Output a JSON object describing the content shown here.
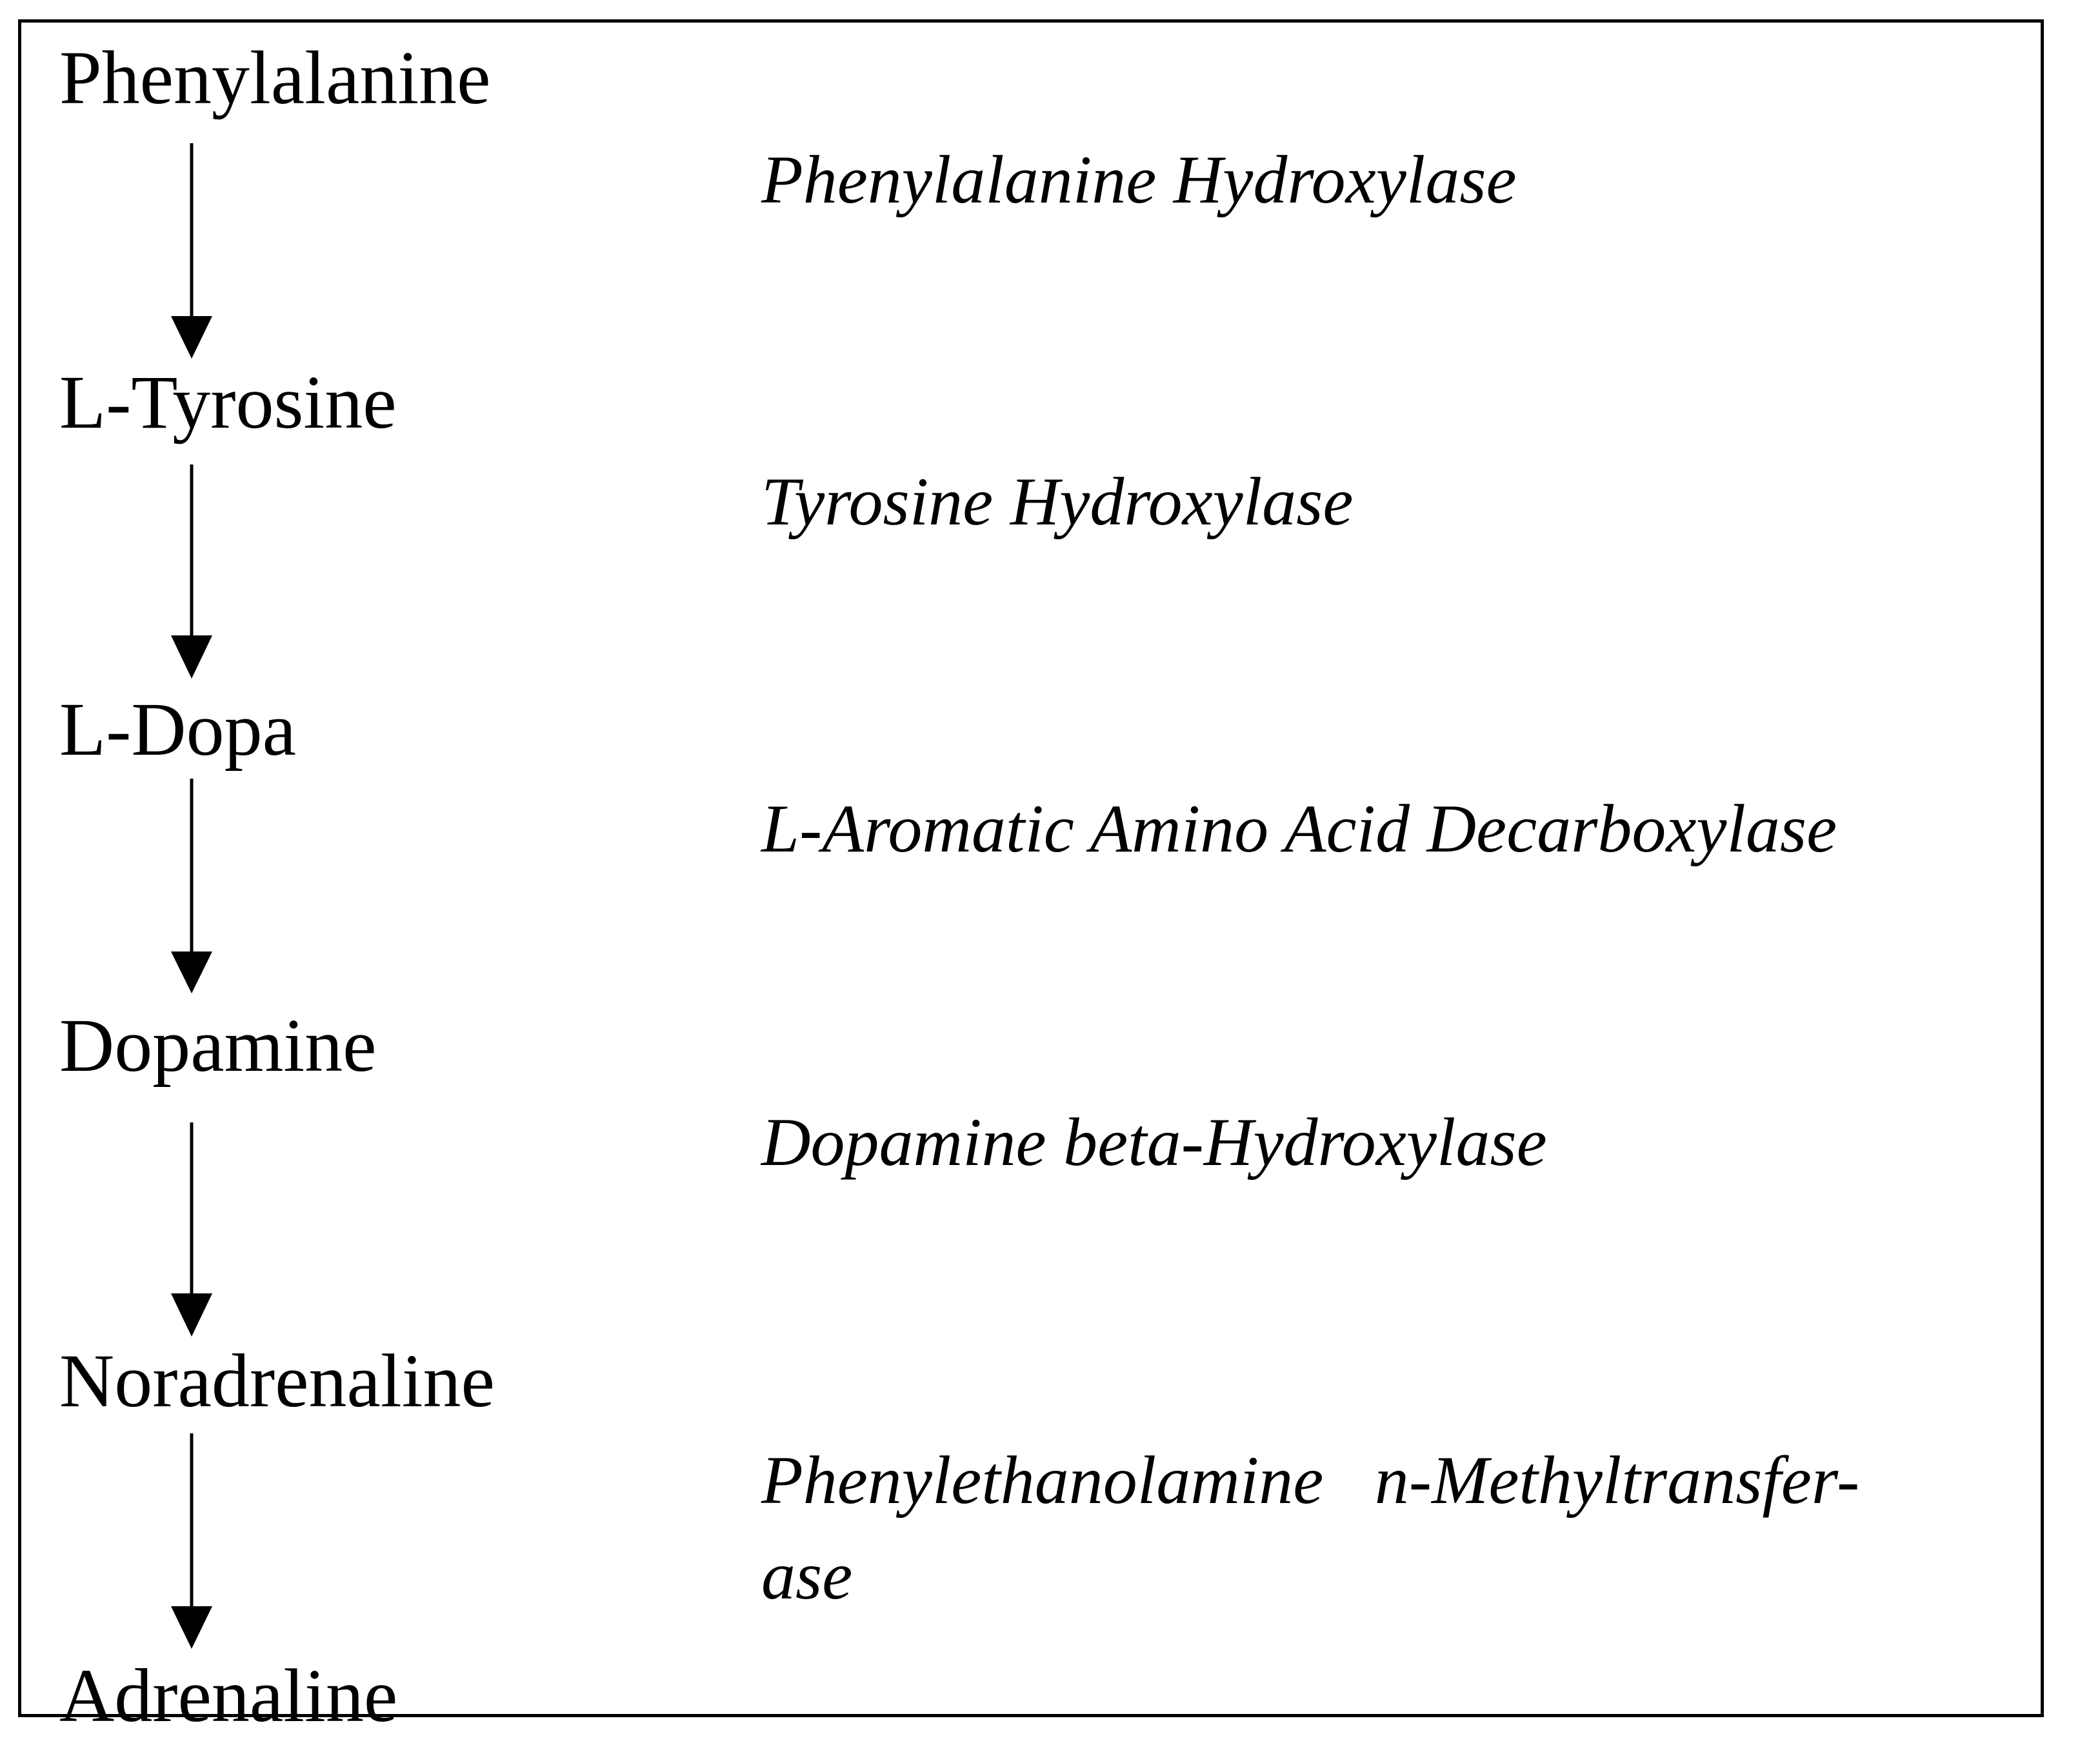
{
  "compounds": [
    "Phenylalanine",
    "L-Tyrosine",
    "L-Dopa",
    "Dopamine",
    "Noradrenaline",
    "Adrenaline"
  ],
  "enzymes": [
    {
      "lines": [
        "Phenylalanine Hydroxylase"
      ]
    },
    {
      "lines": [
        "Tyrosine Hydroxylase"
      ]
    },
    {
      "lines": [
        "L-Aromatic Amino Acid Decarboxylase"
      ]
    },
    {
      "lines": [
        "Dopamine beta-Hydroxylase"
      ]
    },
    {
      "lines": [
        "Phenylethanolamine   n-Methyltransfer-",
        "ase"
      ]
    }
  ],
  "colors": {
    "ink": "#000000",
    "background": "#ffffff"
  }
}
